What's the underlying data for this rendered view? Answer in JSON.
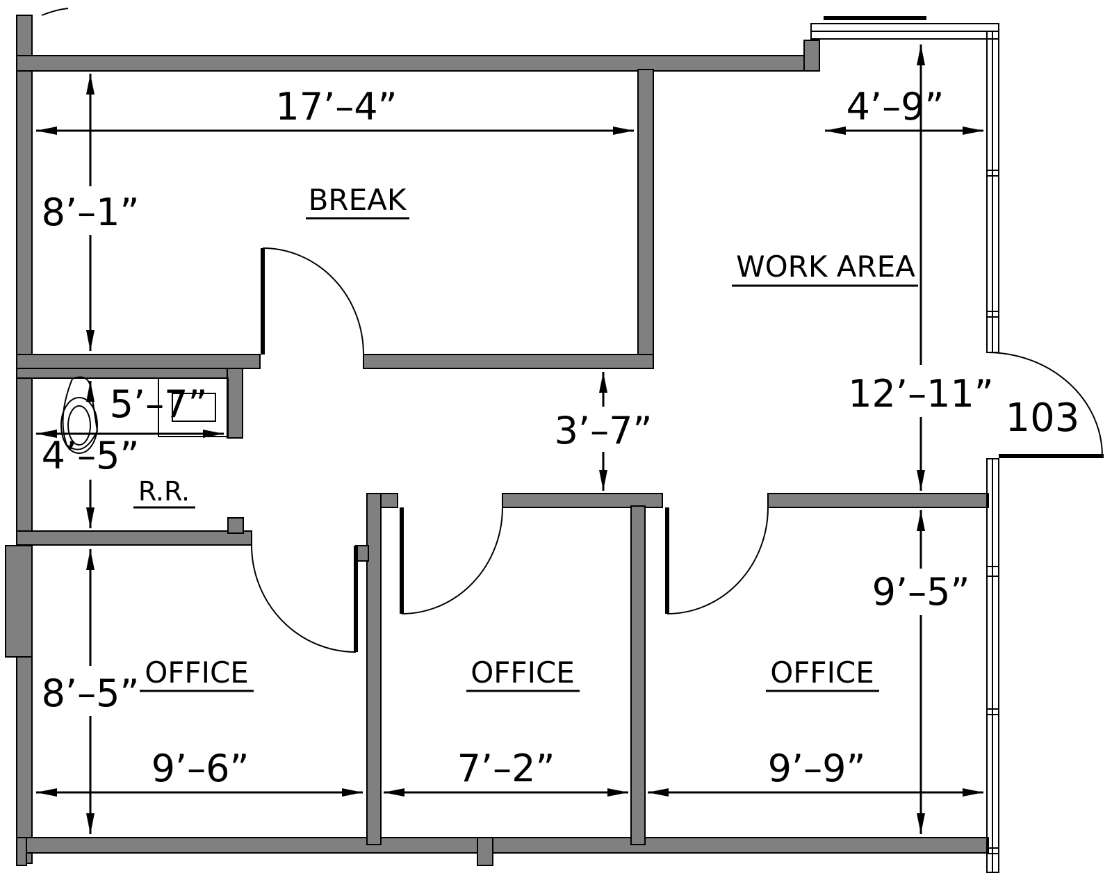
{
  "rooms": {
    "break": "BREAK",
    "work_area": "WORK AREA",
    "restroom": "R.R.",
    "office_1": "OFFICE",
    "office_2": "OFFICE",
    "office_3": "OFFICE"
  },
  "suite_number": "103",
  "dimensions": {
    "break_width": "17’–4”",
    "break_depth": "8’–1”",
    "work_width": "4’–9”",
    "work_depth": "12’–11”",
    "rr_width_a": "5’–7”",
    "rr_width_b": "4’–5”",
    "corridor": "3’–7”",
    "office_depth_left": "8’–5”",
    "office_depth_right": "9’–5”",
    "office_1_width": "9’–6”",
    "office_2_width": "7’–2”",
    "office_3_width": "9’–9”"
  }
}
